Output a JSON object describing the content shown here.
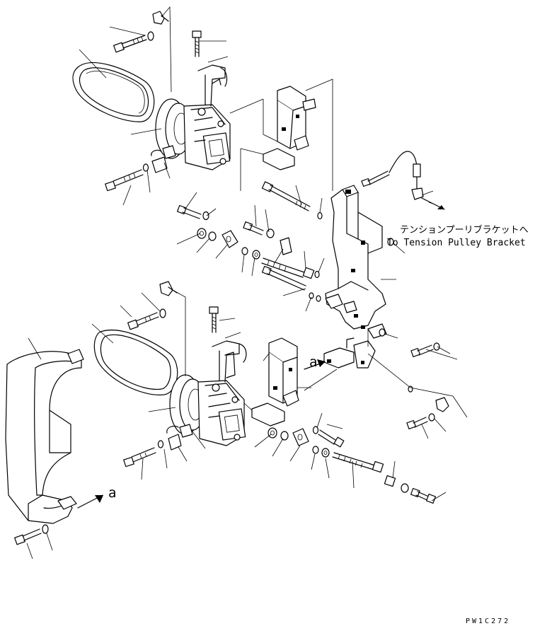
{
  "labels": {
    "tension_jp": "テンションプーリブラケットへ",
    "tension_en": "To Tension Pulley Bracket",
    "view_a_upper": "a",
    "view_a_lower": "a",
    "figure_code": "PW1C272"
  }
}
